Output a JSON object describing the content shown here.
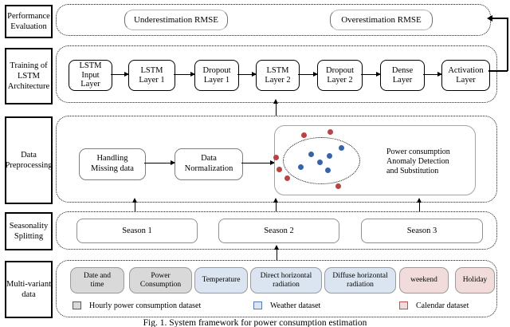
{
  "caption": "Fig. 1. System framework for power consumption estimation",
  "colors": {
    "hourly": "#d9d9d9",
    "weather": "#dbe5f1",
    "calendar": "#f2dcdb",
    "normal-point": "#3a62a8",
    "anomaly-point": "#b84441"
  },
  "performance": {
    "side_label": "Performance\nEvaluation",
    "underestimation_label": "Underestimation RMSE",
    "overestimation_label": "Overestimation RMSE"
  },
  "training": {
    "side_label": "Training of\nLSTM\nArchitecture",
    "layers": [
      "LSTM\nInput\nLayer",
      "LSTM\nLayer 1",
      "Dropout\nLayer 1",
      "LSTM\nLayer 2",
      "Dropout\nLayer 2",
      "Dense\nLayer",
      "Activation\nLayer"
    ]
  },
  "preprocessing": {
    "side_label": "Data\nPreprocessing",
    "steps": [
      "Handling\nMissing data",
      "Data\nNormalization"
    ],
    "anomaly_label": "Power consumption\nAnomaly Detection\nand Substitution"
  },
  "seasonality": {
    "side_label": "Seasonality\nSplitting",
    "seasons": [
      "Season 1",
      "Season 2",
      "Season 3"
    ]
  },
  "multivariant": {
    "side_label": "Multi-variant\ndata",
    "variables": [
      {
        "label": "Date and\ntime",
        "dataset": "hourly"
      },
      {
        "label": "Power\nConsumption",
        "dataset": "hourly"
      },
      {
        "label": "Temperature",
        "dataset": "weather"
      },
      {
        "label": "Direct horizontal\nradiation",
        "dataset": "weather"
      },
      {
        "label": "Diffuse horizontal\nradiation",
        "dataset": "weather"
      },
      {
        "label": "weekend",
        "dataset": "calendar"
      },
      {
        "label": "Holiday",
        "dataset": "calendar"
      }
    ],
    "legend": [
      {
        "label": "Hourly power consumption dataset",
        "dataset": "hourly"
      },
      {
        "label": "Weather dataset",
        "dataset": "weather"
      },
      {
        "label": "Calendar dataset",
        "dataset": "calendar"
      }
    ]
  },
  "scatter": {
    "normal_points": [
      [
        45,
        35
      ],
      [
        68,
        37
      ],
      [
        83,
        27
      ],
      [
        56,
        45
      ],
      [
        32,
        51
      ],
      [
        66,
        55
      ]
    ],
    "anomaly_points": [
      [
        36,
        11
      ],
      [
        69,
        7
      ],
      [
        1,
        39
      ],
      [
        5,
        54
      ],
      [
        15,
        65
      ],
      [
        79,
        75
      ]
    ]
  }
}
